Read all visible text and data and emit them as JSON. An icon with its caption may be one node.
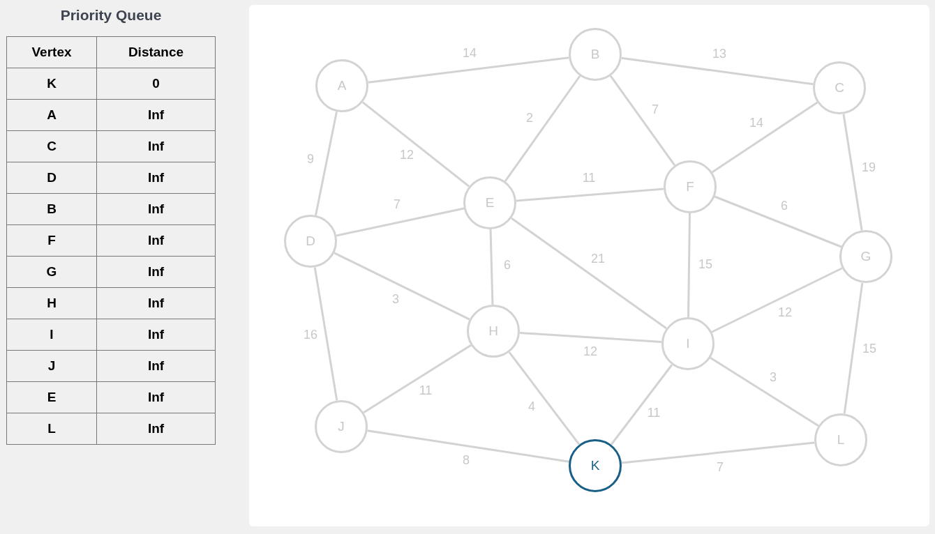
{
  "diagram": {
    "title": "Priority Queue",
    "nodes": [
      {
        "text": [
          "A"
        ]
      },
      {
        "text": [
          "B"
        ]
      },
      {
        "text": [
          "C"
        ]
      },
      {
        "text": [
          "D"
        ]
      },
      {
        "text": [
          "E"
        ]
      },
      {
        "text": [
          "F"
        ]
      },
      {
        "text": [
          "G"
        ]
      },
      {
        "text": [
          "H"
        ]
      },
      {
        "text": [
          "I"
        ]
      },
      {
        "text": [
          "J"
        ]
      },
      {
        "text": [
          "K"
        ]
      },
      {
        "text": [
          "L"
        ]
      }
    ],
    "edges": [
      {
        "from": 0,
        "to": 1,
        "arrow": "none",
        "label": "14"
      },
      {
        "from": 1,
        "to": 2,
        "arrow": "none",
        "label": "13"
      },
      {
        "from": 0,
        "to": 4,
        "arrow": "none",
        "label": "12"
      },
      {
        "from": 0,
        "to": 3,
        "arrow": "none",
        "label": "9"
      },
      {
        "from": 1,
        "to": 4,
        "arrow": "none",
        "label": "2"
      },
      {
        "from": 1,
        "to": 5,
        "arrow": "none",
        "label": "7"
      },
      {
        "from": 2,
        "to": 5,
        "arrow": "none",
        "label": "14"
      },
      {
        "from": 2,
        "to": 6,
        "arrow": "none",
        "label": "19"
      },
      {
        "from": 4,
        "to": 5,
        "arrow": "none",
        "label": "11"
      },
      {
        "from": 3,
        "to": 4,
        "arrow": "none",
        "label": "7"
      },
      {
        "from": 5,
        "to": 6,
        "arrow": "none",
        "label": "6"
      },
      {
        "from": 3,
        "to": 7,
        "arrow": "none",
        "label": "3"
      },
      {
        "from": 4,
        "to": 7,
        "arrow": "none",
        "label": "6"
      },
      {
        "from": 4,
        "to": 8,
        "arrow": "none",
        "label": "21"
      },
      {
        "from": 5,
        "to": 8,
        "arrow": "none",
        "label": "15"
      },
      {
        "from": 6,
        "to": 8,
        "arrow": "none",
        "label": "12"
      },
      {
        "from": 3,
        "to": 9,
        "arrow": "none",
        "label": "16"
      },
      {
        "from": 7,
        "to": 8,
        "arrow": "none",
        "label": "12"
      },
      {
        "from": 6,
        "to": 11,
        "arrow": "none",
        "label": "15"
      },
      {
        "from": 7,
        "to": 9,
        "arrow": "none",
        "label": "11"
      },
      {
        "from": 7,
        "to": 10,
        "arrow": "none",
        "label": "4"
      },
      {
        "from": 8,
        "to": 10,
        "arrow": "none",
        "label": "11"
      },
      {
        "from": 8,
        "to": 11,
        "arrow": "none",
        "label": "3"
      },
      {
        "from": 9,
        "to": 10,
        "arrow": "none",
        "label": "8"
      },
      {
        "from": 10,
        "to": 11,
        "arrow": "none",
        "label": "7"
      }
    ],
    "labels": [
      "Vertex",
      "Distance",
      "K",
      "0",
      "A",
      "Inf",
      "C",
      "Inf",
      "D",
      "Inf",
      "B",
      "Inf",
      "F",
      "Inf",
      "G",
      "Inf",
      "H",
      "Inf",
      "I",
      "Inf",
      "J",
      "Inf",
      "E",
      "Inf",
      "L",
      "Inf"
    ]
  }
}
